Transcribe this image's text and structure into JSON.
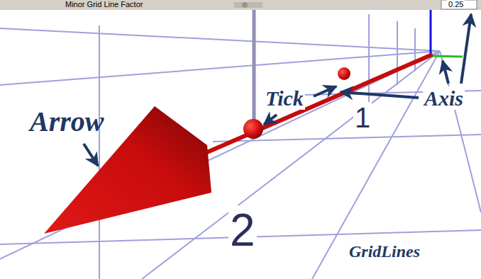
{
  "diagram": {
    "labels": [
      "Minor Grid Line Factor",
      "0.25",
      "Arrow",
      "Tick",
      "Axis",
      "GridLines",
      "1",
      "2"
    ]
  }
}
